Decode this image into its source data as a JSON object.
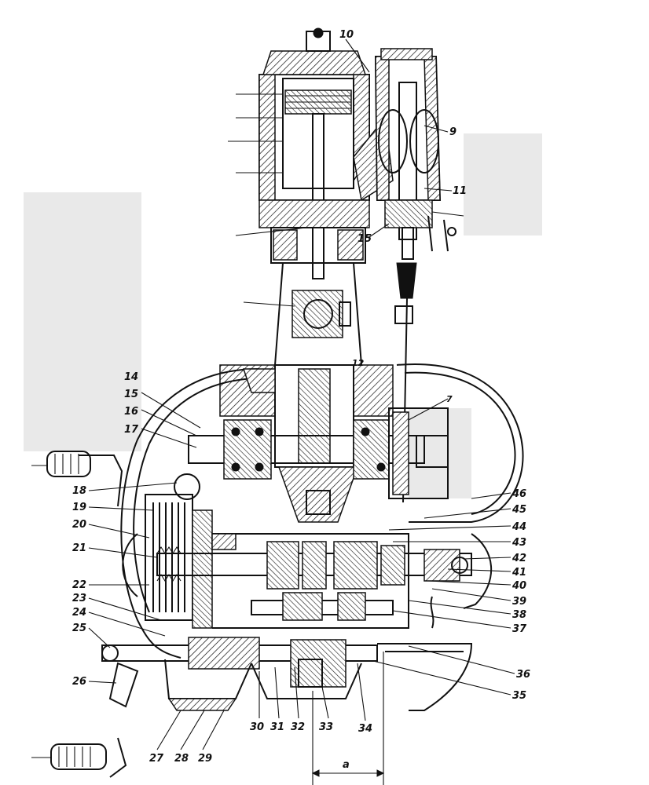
{
  "diagram": {
    "callouts": [
      {
        "id": "10",
        "text": "10"
      },
      {
        "id": "9",
        "text": "9"
      },
      {
        "id": "11",
        "text": "11"
      },
      {
        "id": "15a",
        "text": "15"
      },
      {
        "id": "12",
        "text": "12"
      },
      {
        "id": "7",
        "text": "7"
      },
      {
        "id": "14",
        "text": "14"
      },
      {
        "id": "15",
        "text": "15"
      },
      {
        "id": "16",
        "text": "16"
      },
      {
        "id": "17",
        "text": "17"
      },
      {
        "id": "18",
        "text": "18"
      },
      {
        "id": "19",
        "text": "19"
      },
      {
        "id": "20",
        "text": "20"
      },
      {
        "id": "21",
        "text": "21"
      },
      {
        "id": "22",
        "text": "22"
      },
      {
        "id": "23",
        "text": "23"
      },
      {
        "id": "24",
        "text": "24"
      },
      {
        "id": "25",
        "text": "25"
      },
      {
        "id": "26",
        "text": "26"
      },
      {
        "id": "27",
        "text": "27"
      },
      {
        "id": "28",
        "text": "28"
      },
      {
        "id": "29",
        "text": "29"
      },
      {
        "id": "30",
        "text": "30"
      },
      {
        "id": "31",
        "text": "31"
      },
      {
        "id": "32",
        "text": "32"
      },
      {
        "id": "33",
        "text": "33"
      },
      {
        "id": "34",
        "text": "34"
      },
      {
        "id": "35",
        "text": "35"
      },
      {
        "id": "36",
        "text": "36"
      },
      {
        "id": "37",
        "text": "37"
      },
      {
        "id": "38",
        "text": "38"
      },
      {
        "id": "39",
        "text": "39"
      },
      {
        "id": "40",
        "text": "40"
      },
      {
        "id": "41",
        "text": "41"
      },
      {
        "id": "42",
        "text": "42"
      },
      {
        "id": "43",
        "text": "43"
      },
      {
        "id": "44",
        "text": "44"
      },
      {
        "id": "45",
        "text": "45"
      },
      {
        "id": "46",
        "text": "46"
      }
    ],
    "dimension_label": "a"
  }
}
